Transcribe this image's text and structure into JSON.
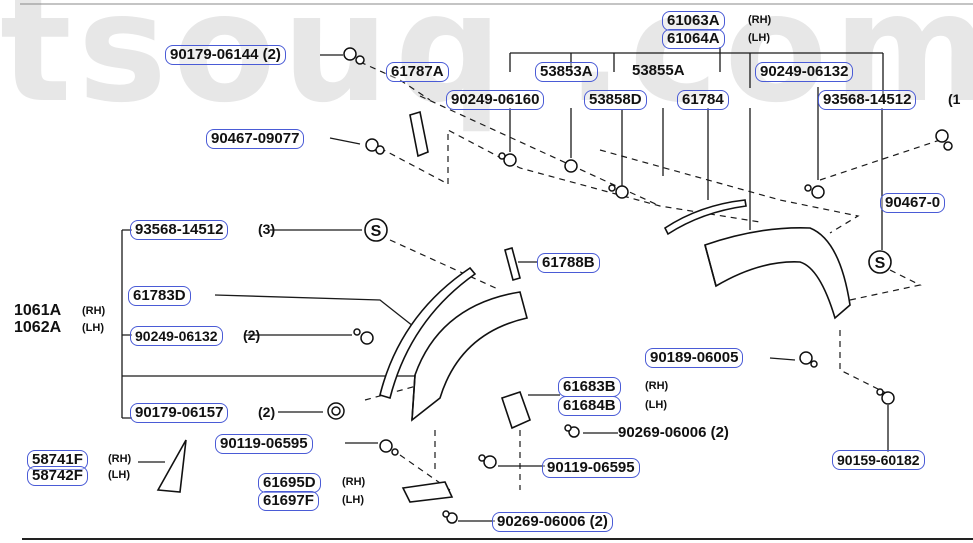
{
  "watermark": {
    "text": "tsouq .com"
  },
  "labels": {
    "p61063A": "61063A",
    "p61063A_sfx": "(RH)",
    "p61064A": "61064A",
    "p61064A_sfx": "(LH)",
    "p90179_06144": "90179-06144 (2)",
    "p61787A": "61787A",
    "p53853A": "53853A",
    "p53855A": "53855A",
    "p90249_06132_top": "90249-06132",
    "p90249_06160": "90249-06160",
    "p53858D": "53858D",
    "p61784": "61784",
    "p93568_14512_top": "93568-14512",
    "p93568_14512_top_qty": "(1",
    "p90467_09077": "90467-09077",
    "p90467_right": "90467-0",
    "p93568_14512_left": "93568-14512",
    "p93568_14512_left_qty": "(3)",
    "p61788B": "61788B",
    "p61061A_partial": "1061A",
    "p61061A_sfx": "(RH)",
    "p61062A_partial": "1062A",
    "p61062A_sfx": "(LH)",
    "p61783D": "61783D",
    "p90249_06132_left": "90249-06132",
    "p90249_06132_left_qty": "(2)",
    "p90189_06005": "90189-06005",
    "p61683B": "61683B",
    "p61683B_sfx": "(RH)",
    "p61684B": "61684B",
    "p61684B_sfx": "(LH)",
    "p90179_06157": "90179-06157",
    "p90179_06157_qty": "(2)",
    "p90269_06006_a": "90269-06006 (2)",
    "p90119_06595_a": "90119-06595",
    "p90159_60182": "90159-60182",
    "p58741F": "58741F",
    "p58741F_sfx": "(RH)",
    "p58742F": "58742F",
    "p58742F_sfx": "(LH)",
    "p90119_06595_b": "90119-06595",
    "p61695D": "61695D",
    "p61695D_sfx": "(RH)",
    "p61697F": "61697F",
    "p61697F_sfx": "(LH)",
    "p90269_06006_b": "90269-06006 (2)",
    "s_symbol": "S"
  },
  "colors": {
    "highlight": "#4a5bd6",
    "ink": "#111111",
    "watermark": "#e7e7e7"
  }
}
